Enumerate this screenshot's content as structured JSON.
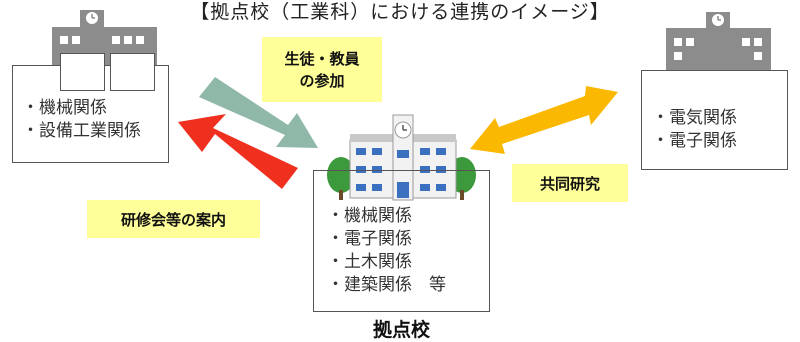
{
  "title": "【拠点校（工業科）における連携のイメージ】",
  "left_school": {
    "items": [
      "・機械関係",
      "・設備工業関係"
    ]
  },
  "right_school": {
    "items": [
      "・電気関係",
      "・電子関係"
    ]
  },
  "hub_school": {
    "items": [
      "・機械関係",
      "・電子関係",
      "・土木関係",
      "・建築関係　等"
    ],
    "label": "拠点校"
  },
  "arrows": {
    "participation": {
      "label_line1": "生徒・教員",
      "label_line2": "の参加",
      "color": "#8fb8a8"
    },
    "training": {
      "label": "研修会等の案内",
      "color": "#f0301e"
    },
    "joint_research": {
      "label": "共同研究",
      "color": "#fbb800"
    }
  },
  "colors": {
    "tag_fill": "#ffff99",
    "building_gray": "#8c8c8c",
    "window_blue": "#3b6fc0",
    "tree_green": "#3c9a3c"
  }
}
